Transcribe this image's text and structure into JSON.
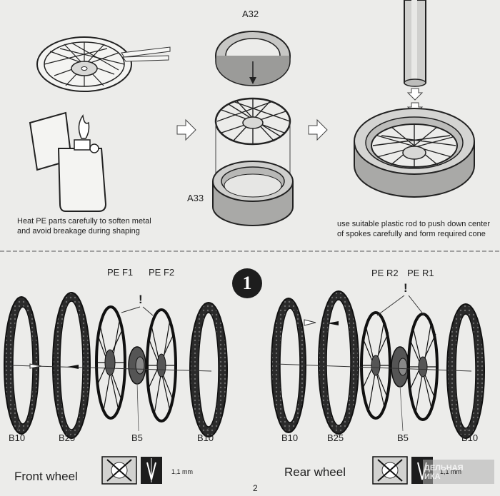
{
  "top": {
    "label_a32": "A32",
    "label_a33": "A33",
    "note_left": [
      "Heat PE parts carefully to soften metal",
      "and avoid breakage during shaping"
    ],
    "note_right": [
      "use suitable plastic rod to push down center",
      "of spokes carefully and form required cone"
    ]
  },
  "step": {
    "number": "1",
    "warning_mark": "!"
  },
  "front": {
    "caption": "Front wheel",
    "labels": {
      "pe_f1": "PE F1",
      "pe_f2": "PE F2",
      "b10_left": "B10",
      "b25": "B25",
      "b5": "B5",
      "b10_right": "B10"
    },
    "size": "1,1 mm"
  },
  "rear": {
    "caption": "Rear wheel",
    "labels": {
      "pe_r2": "PE R2",
      "pe_r1": "PE R1",
      "b10_left": "B10",
      "b25": "B25",
      "b5": "B5",
      "b10_right": "B10"
    },
    "size": "1,1 mm"
  },
  "footer": {
    "page_number": "2",
    "watermark": [
      "ДЕЛЬНАЯ",
      "ИКА"
    ]
  },
  "colors": {
    "ink": "#1d1d1d",
    "paper": "#ececea",
    "grey": "#9a9a9a"
  }
}
